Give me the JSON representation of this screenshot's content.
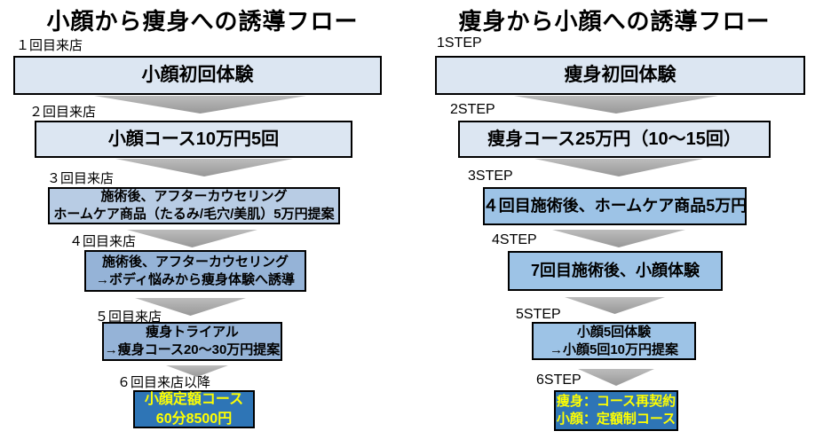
{
  "colors": {
    "box_light": "#dce6f2",
    "box_mid_left": "#b8cce4",
    "box_mid_dark_left": "#95b3d7",
    "box_mid_right": "#9dc3e6",
    "box_dark": "#2e75b6",
    "highlight_text": "#ffff00",
    "arrow_gray": "#a6a6a6",
    "border": "#000000"
  },
  "left": {
    "title": "小顔から痩身への誘導フロー",
    "steps": [
      {
        "label": "１回目来店",
        "lines": [
          "小顔初回体験"
        ]
      },
      {
        "label": "２回目来店",
        "lines": [
          "小顔コース10万円5回"
        ]
      },
      {
        "label": "３回目来店",
        "lines": [
          "施術後、アフターカウセリング",
          "ホームケア商品（たるみ/毛穴/美肌）5万円提案"
        ]
      },
      {
        "label": "４回目来店",
        "lines": [
          "施術後、アフターカウセリング",
          "→ボディ悩みから痩身体験へ誘導"
        ]
      },
      {
        "label": "５回目来店",
        "lines": [
          "痩身トライアル",
          "→痩身コース20～30万円提案"
        ]
      },
      {
        "label": "６回目来店以降",
        "lines": [
          "小顔定額コース",
          "60分8500円"
        ]
      }
    ]
  },
  "right": {
    "title": "痩身から小顔への誘導フロー",
    "steps": [
      {
        "label": "1STEP",
        "lines": [
          "痩身初回体験"
        ]
      },
      {
        "label": "2STEP",
        "lines": [
          "痩身コース25万円（10～15回）"
        ]
      },
      {
        "label": "3STEP",
        "lines": [
          "４回目施術後、ホームケア商品5万円"
        ]
      },
      {
        "label": "4STEP",
        "lines": [
          "7回目施術後、小顔体験"
        ]
      },
      {
        "label": "5STEP",
        "lines": [
          "小顔5回体験",
          "→小顔5回10万円提案"
        ]
      },
      {
        "label": "6STEP",
        "lines": [
          "痩身：コース再契約",
          "小顔：定額制コース"
        ]
      }
    ]
  }
}
